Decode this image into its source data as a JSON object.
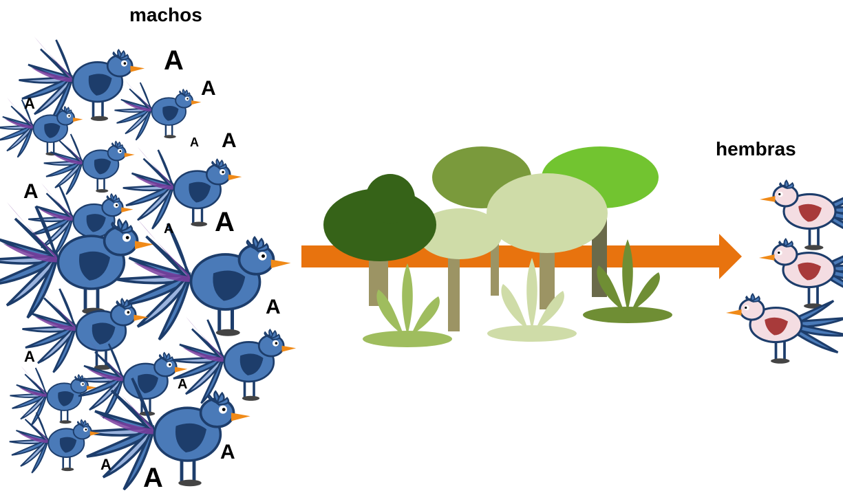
{
  "labels": {
    "males": "machos",
    "females": "hembras"
  },
  "allele": "A",
  "colors": {
    "male_body": "#4a7ab8",
    "male_outline": "#1d3d6b",
    "male_tail_accent": "#7b3fa0",
    "male_tail_light": "#9ab3dd",
    "beak": "#f08a18",
    "female_body": "#f4dde2",
    "female_wing": "#a83a3a",
    "arrow": "#e8730e",
    "tree_dark": "#366318",
    "tree_olive": "#7a9a3c",
    "tree_lime": "#72c430",
    "tree_pale": "#cfdca8",
    "trunk": "#9c9464",
    "trunk_dark": "#6a6a4a",
    "shrub_green": "#9fbd5e",
    "shrub_pale": "#cfdca8",
    "shrub_dark": "#6f8e34"
  },
  "icons": {
    "male_bird": "peacock-like-bird-icon",
    "female_bird": "hen-bird-icon",
    "arrow": "right-arrow-icon",
    "tree": "tree-icon",
    "shrub": "shrub-icon"
  }
}
